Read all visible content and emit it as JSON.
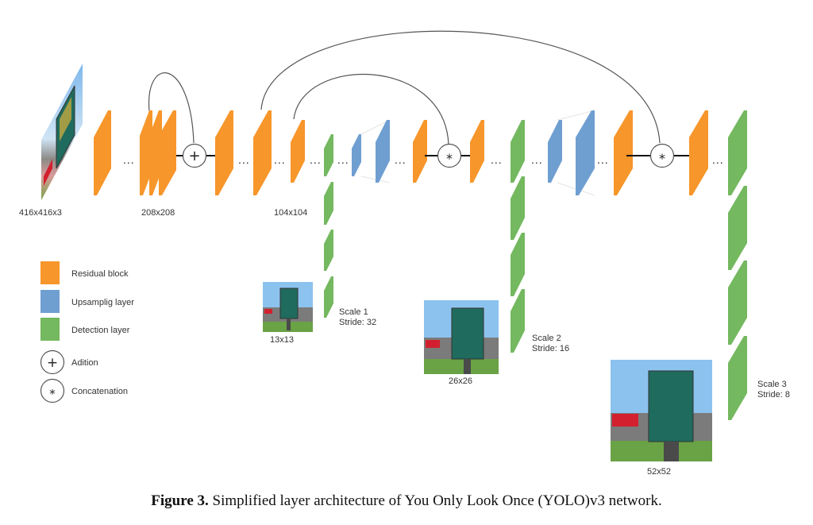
{
  "colors": {
    "residual": "#f7962b",
    "upsampling": "#6f9fd1",
    "detection": "#74b85f",
    "line": "#555555",
    "connector": "#111111"
  },
  "labels": {
    "input_size": "416x416x3",
    "size_208": "208x208",
    "size_104": "104x104",
    "ellipsis": "..."
  },
  "legend": [
    {
      "kind": "residual",
      "label": "Residual block"
    },
    {
      "kind": "upsampling",
      "label": "Upsamplig layer"
    },
    {
      "kind": "detection",
      "label": "Detection layer"
    },
    {
      "kind": "addition",
      "symbol": "+",
      "label": "Adition"
    },
    {
      "kind": "concatenation",
      "symbol": "*",
      "label": "Concatenation"
    }
  ],
  "operators": {
    "addition": "+",
    "concatenation": "*"
  },
  "scales": [
    {
      "name": "Scale 1",
      "stride": "Stride: 32",
      "grid": "13x13"
    },
    {
      "name": "Scale 2",
      "stride": "Stride: 16",
      "grid": "26x26"
    },
    {
      "name": "Scale 3",
      "stride": "Stride: 8",
      "grid": "52x52"
    }
  ],
  "caption": {
    "label": "Figure 3.",
    "text": " Simplified layer architecture of You Only Look Once (YOLO)v3 network."
  }
}
